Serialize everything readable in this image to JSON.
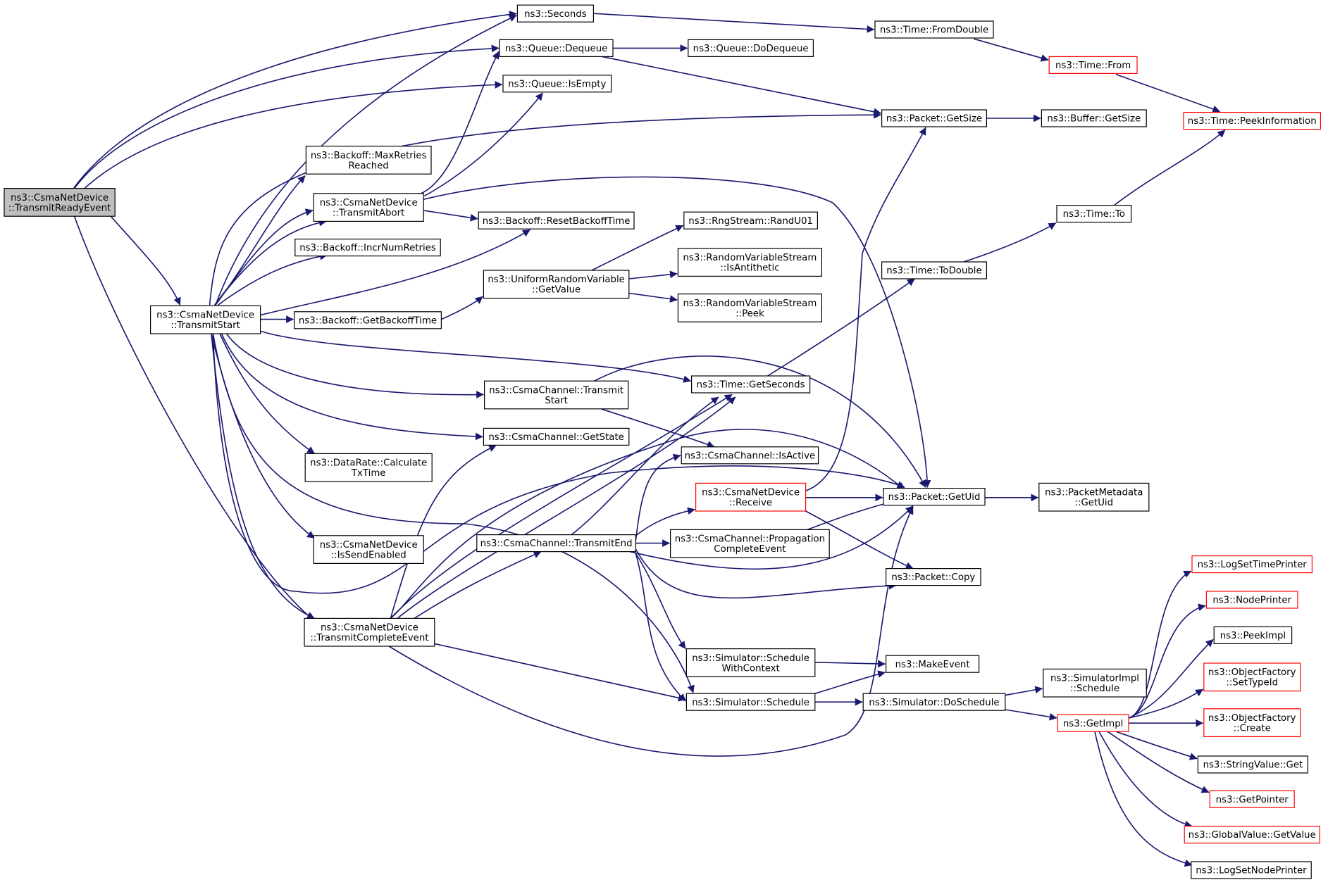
{
  "colors": {
    "edge": "#191970",
    "node_border": "#000000",
    "external_border": "#ff0000",
    "root_fill": "#bfbfbf",
    "node_fill": "#ffffff"
  },
  "nodes": {
    "root": {
      "lines": [
        "ns3::CsmaNetDevice",
        "::TransmitReadyEvent"
      ],
      "style": "root"
    },
    "seconds": {
      "lines": [
        "ns3::Seconds"
      ]
    },
    "qdeq": {
      "lines": [
        "ns3::Queue::Dequeue"
      ]
    },
    "qdodeq": {
      "lines": [
        "ns3::Queue::DoDequeue"
      ]
    },
    "qempty": {
      "lines": [
        "ns3::Queue::IsEmpty"
      ]
    },
    "tfromd": {
      "lines": [
        "ns3::Time::FromDouble"
      ]
    },
    "tfrom": {
      "lines": [
        "ns3::Time::From"
      ],
      "style": "external"
    },
    "tpeek": {
      "lines": [
        "ns3::Time::PeekInformation"
      ],
      "style": "external"
    },
    "pgsize": {
      "lines": [
        "ns3::Packet::GetSize"
      ]
    },
    "bgsize": {
      "lines": [
        "ns3::Buffer::GetSize"
      ]
    },
    "maxret": {
      "lines": [
        "ns3::Backoff::MaxRetries",
        "Reached"
      ]
    },
    "txabort": {
      "lines": [
        "ns3::CsmaNetDevice",
        "::TransmitAbort"
      ]
    },
    "resetbo": {
      "lines": [
        "ns3::Backoff::ResetBackoffTime"
      ]
    },
    "incr": {
      "lines": [
        "ns3::Backoff::IncrNumRetries"
      ]
    },
    "txstart": {
      "lines": [
        "ns3::CsmaNetDevice",
        "::TransmitStart"
      ]
    },
    "getbo": {
      "lines": [
        "ns3::Backoff::GetBackoffTime"
      ]
    },
    "uniform": {
      "lines": [
        "ns3::UniformRandomVariable",
        "::GetValue"
      ]
    },
    "randu": {
      "lines": [
        "ns3::RngStream::RandU01"
      ]
    },
    "isanti": {
      "lines": [
        "ns3::RandomVariableStream",
        "::IsAntithetic"
      ]
    },
    "rvpeek": {
      "lines": [
        "ns3::RandomVariableStream",
        "::Peek"
      ]
    },
    "tto": {
      "lines": [
        "ns3::Time::To"
      ]
    },
    "ttod": {
      "lines": [
        "ns3::Time::ToDouble"
      ]
    },
    "tgetsec": {
      "lines": [
        "ns3::Time::GetSeconds"
      ]
    },
    "cctxstart": {
      "lines": [
        "ns3::CsmaChannel::Transmit",
        "Start"
      ]
    },
    "ccgetst": {
      "lines": [
        "ns3::CsmaChannel::GetState"
      ]
    },
    "ccactive": {
      "lines": [
        "ns3::CsmaChannel::IsActive"
      ]
    },
    "calc": {
      "lines": [
        "ns3::DataRate::Calculate",
        "TxTime"
      ]
    },
    "recv": {
      "lines": [
        "ns3::CsmaNetDevice",
        "::Receive"
      ],
      "style": "external"
    },
    "getuid": {
      "lines": [
        "ns3::Packet::GetUid"
      ]
    },
    "pmuid": {
      "lines": [
        "ns3::PacketMetadata",
        "::GetUid"
      ]
    },
    "cctxend": {
      "lines": [
        "ns3::CsmaChannel::TransmitEnd"
      ]
    },
    "ccprop": {
      "lines": [
        "ns3::CsmaChannel::Propagation",
        "CompleteEvent"
      ]
    },
    "issend": {
      "lines": [
        "ns3::CsmaNetDevice",
        "::IsSendEnabled"
      ]
    },
    "copy": {
      "lines": [
        "ns3::Packet::Copy"
      ]
    },
    "txcomp": {
      "lines": [
        "ns3::CsmaNetDevice",
        "::TransmitCompleteEvent"
      ]
    },
    "schedctx": {
      "lines": [
        "ns3::Simulator::Schedule",
        "WithContext"
      ]
    },
    "mkevent": {
      "lines": [
        "ns3::MakeEvent"
      ]
    },
    "sched": {
      "lines": [
        "ns3::Simulator::Schedule"
      ]
    },
    "dosched": {
      "lines": [
        "ns3::Simulator::DoSchedule"
      ]
    },
    "implsched": {
      "lines": [
        "ns3::SimulatorImpl",
        "::Schedule"
      ]
    },
    "getimpl": {
      "lines": [
        "ns3::GetImpl"
      ],
      "style": "external"
    },
    "logtime": {
      "lines": [
        "ns3::LogSetTimePrinter"
      ],
      "style": "external"
    },
    "nodepr": {
      "lines": [
        "ns3::NodePrinter"
      ],
      "style": "external"
    },
    "peekimpl": {
      "lines": [
        "ns3::PeekImpl"
      ]
    },
    "ofsettid": {
      "lines": [
        "ns3::ObjectFactory",
        "::SetTypeId"
      ],
      "style": "external"
    },
    "ofcreate": {
      "lines": [
        "ns3::ObjectFactory",
        "::Create"
      ],
      "style": "external"
    },
    "strget": {
      "lines": [
        "ns3::StringValue::Get"
      ]
    },
    "getptr": {
      "lines": [
        "ns3::GetPointer"
      ],
      "style": "external"
    },
    "gvget": {
      "lines": [
        "ns3::GlobalValue::GetValue"
      ],
      "style": "external"
    },
    "lognode": {
      "lines": [
        "ns3::LogSetNodePrinter"
      ]
    }
  }
}
